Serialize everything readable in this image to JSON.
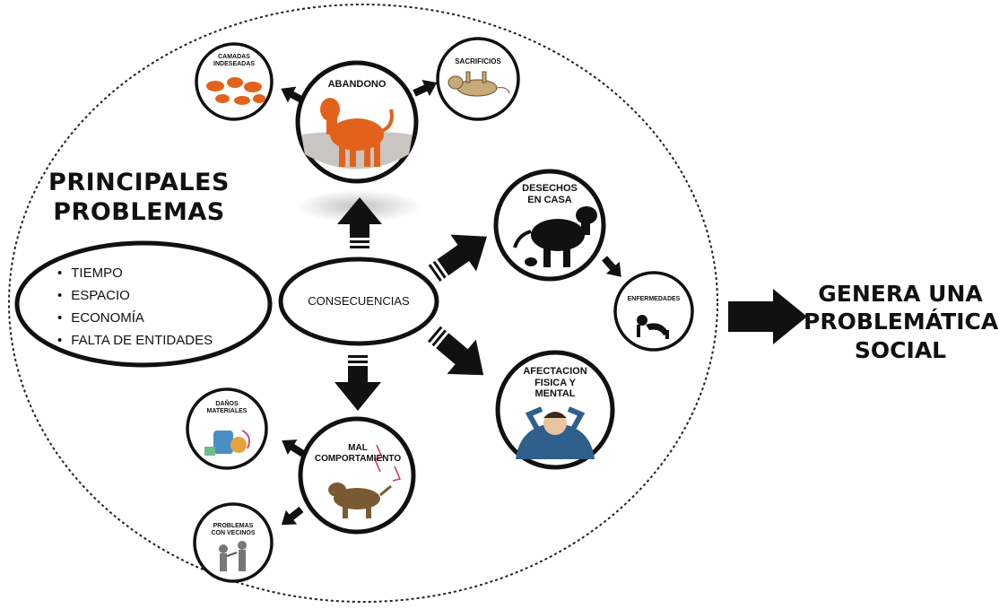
{
  "main_heading": [
    "PRINCIPALES",
    "PROBLEMAS"
  ],
  "problems": [
    "TIEMPO",
    "ESPACIO",
    "ECONOMÍA",
    "FALTA DE ENTIDADES"
  ],
  "center_label": "CONSECUENCIAS",
  "nodes": {
    "abandono": "ABANDONO",
    "camadas": [
      "CAMADAS",
      "INDESEADAS"
    ],
    "sacrificios": "SACRIFICIOS",
    "desechos": [
      "DESECHOS",
      "EN CASA"
    ],
    "enfermedades": "ENFERMEDADES",
    "afectacion": [
      "AFECTACION",
      "FISICA Y",
      "MENTAL"
    ],
    "mal_comportamiento": [
      "MAL",
      "COMPORTAMIENTO"
    ],
    "danos": [
      "DAÑOS",
      "MATERIALES"
    ],
    "vecinos": [
      "PROBLEMAS",
      "CON VECINOS"
    ]
  },
  "result": [
    "GENERA UNA",
    "PROBLEMÁTICA",
    "SOCIAL"
  ],
  "colors": {
    "dog_orange": "#e2621c",
    "ink": "#111111",
    "aggressive_dog": "#7a5a32",
    "hoodie": "#2f5f8c"
  }
}
